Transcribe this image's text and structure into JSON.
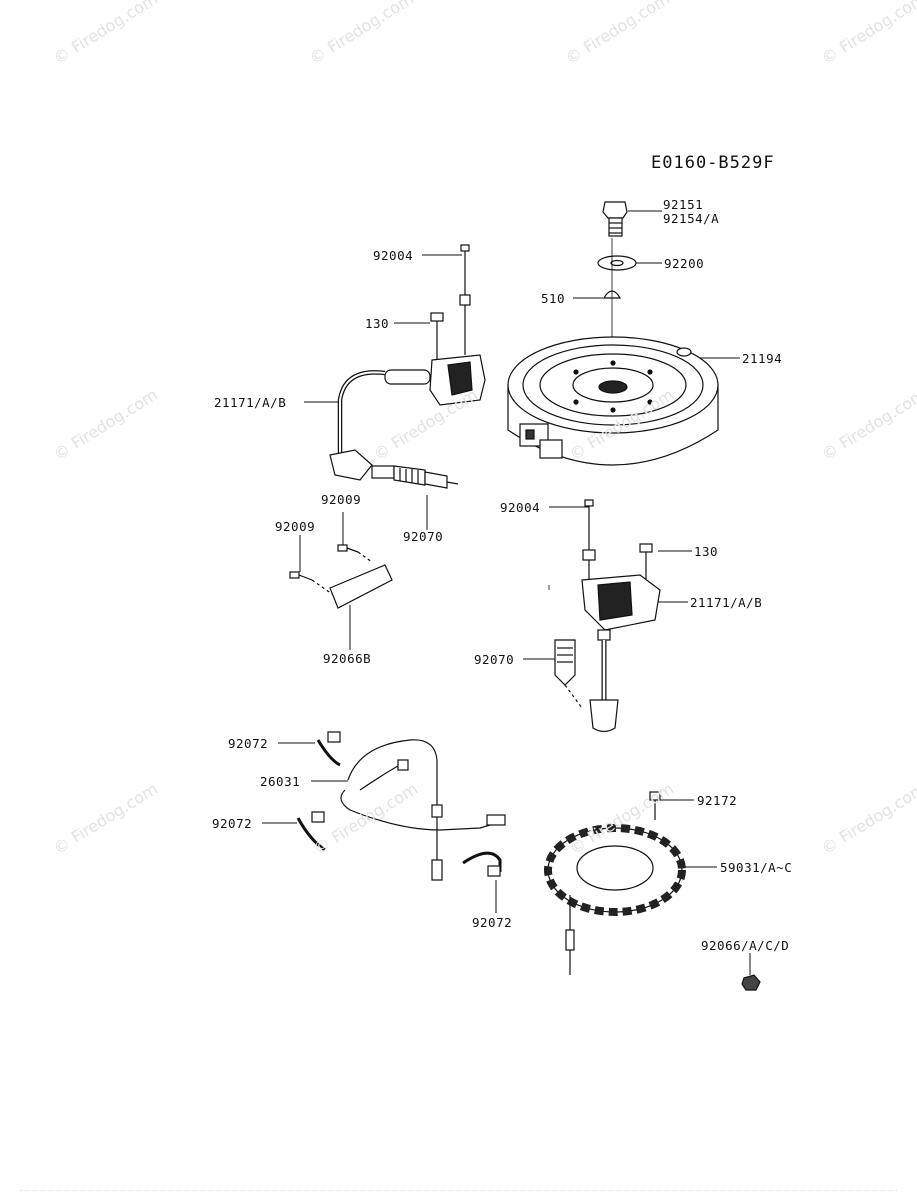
{
  "diagram_code": "E0160-B529F",
  "watermark_text": "© Firedog.com",
  "labels": {
    "p92151": "92151",
    "p92154a": "92154/A",
    "p92200": "92200",
    "p510": "510",
    "p21194": "21194",
    "p92004_top": "92004",
    "p130_top": "130",
    "p21171_left": "21171/A/B",
    "p92009_a": "92009",
    "p92009_b": "92009",
    "p92070_top": "92070",
    "p92066b": "92066B",
    "p92004_mid": "92004",
    "p130_mid": "130",
    "p21171_right": "21171/A/B",
    "p92070_mid": "92070",
    "p92072_a": "92072",
    "p26031": "26031",
    "p92072_b": "92072",
    "p92072_c": "92072",
    "p92172": "92172",
    "p59031": "59031/A~C",
    "p92066acd": "92066/A/C/D"
  }
}
